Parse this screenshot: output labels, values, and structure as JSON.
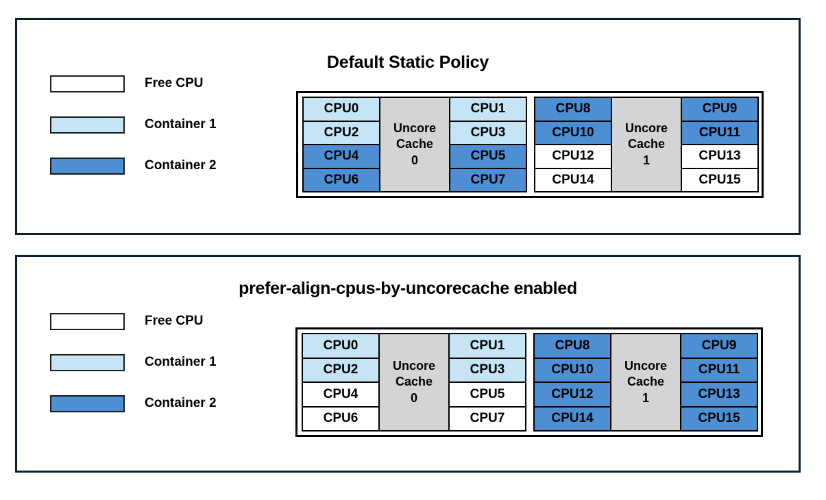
{
  "colors": {
    "free_cpu": "#ffffff",
    "container1": "#c5e5f5",
    "container2": "#4e8fd4",
    "cache": "#d4d4d4",
    "frame": "#0b2130",
    "grid_border": "#000000"
  },
  "legend": {
    "items": [
      {
        "label": "Free CPU",
        "color": "#ffffff",
        "swatch_name": "legend-swatch-free-cpu"
      },
      {
        "label": "Container 1",
        "color": "#c5e5f5",
        "swatch_name": "legend-swatch-container-1"
      },
      {
        "label": "Container 2",
        "color": "#4e8fd4",
        "swatch_name": "legend-swatch-container-2"
      }
    ]
  },
  "panels": [
    {
      "title": "Default Static Policy",
      "groups": [
        {
          "cache_label_line1": "Uncore",
          "cache_label_line2": "Cache",
          "cache_index": "0",
          "left_column": [
            {
              "label": "CPU0",
              "owner": "Container 1",
              "color": "#c5e5f5"
            },
            {
              "label": "CPU2",
              "owner": "Container 1",
              "color": "#c5e5f5"
            },
            {
              "label": "CPU4",
              "owner": "Container 2",
              "color": "#4e8fd4"
            },
            {
              "label": "CPU6",
              "owner": "Container 2",
              "color": "#4e8fd4"
            }
          ],
          "right_column": [
            {
              "label": "CPU1",
              "owner": "Container 1",
              "color": "#c5e5f5"
            },
            {
              "label": "CPU3",
              "owner": "Container 1",
              "color": "#c5e5f5"
            },
            {
              "label": "CPU5",
              "owner": "Container 2",
              "color": "#4e8fd4"
            },
            {
              "label": "CPU7",
              "owner": "Container 2",
              "color": "#4e8fd4"
            }
          ]
        },
        {
          "cache_label_line1": "Uncore",
          "cache_label_line2": "Cache",
          "cache_index": "1",
          "left_column": [
            {
              "label": "CPU8",
              "owner": "Container 2",
              "color": "#4e8fd4"
            },
            {
              "label": "CPU10",
              "owner": "Container 2",
              "color": "#4e8fd4"
            },
            {
              "label": "CPU12",
              "owner": "Free CPU",
              "color": "#ffffff"
            },
            {
              "label": "CPU14",
              "owner": "Free CPU",
              "color": "#ffffff"
            }
          ],
          "right_column": [
            {
              "label": "CPU9",
              "owner": "Container 2",
              "color": "#4e8fd4"
            },
            {
              "label": "CPU11",
              "owner": "Container 2",
              "color": "#4e8fd4"
            },
            {
              "label": "CPU13",
              "owner": "Free CPU",
              "color": "#ffffff"
            },
            {
              "label": "CPU15",
              "owner": "Free CPU",
              "color": "#ffffff"
            }
          ]
        }
      ]
    },
    {
      "title": "prefer-align-cpus-by-uncorecache enabled",
      "groups": [
        {
          "cache_label_line1": "Uncore",
          "cache_label_line2": "Cache",
          "cache_index": "0",
          "left_column": [
            {
              "label": "CPU0",
              "owner": "Container 1",
              "color": "#c5e5f5"
            },
            {
              "label": "CPU2",
              "owner": "Container 1",
              "color": "#c5e5f5"
            },
            {
              "label": "CPU4",
              "owner": "Free CPU",
              "color": "#ffffff"
            },
            {
              "label": "CPU6",
              "owner": "Free CPU",
              "color": "#ffffff"
            }
          ],
          "right_column": [
            {
              "label": "CPU1",
              "owner": "Container 1",
              "color": "#c5e5f5"
            },
            {
              "label": "CPU3",
              "owner": "Container 1",
              "color": "#c5e5f5"
            },
            {
              "label": "CPU5",
              "owner": "Free CPU",
              "color": "#ffffff"
            },
            {
              "label": "CPU7",
              "owner": "Free CPU",
              "color": "#ffffff"
            }
          ]
        },
        {
          "cache_label_line1": "Uncore",
          "cache_label_line2": "Cache",
          "cache_index": "1",
          "left_column": [
            {
              "label": "CPU8",
              "owner": "Container 2",
              "color": "#4e8fd4"
            },
            {
              "label": "CPU10",
              "owner": "Container 2",
              "color": "#4e8fd4"
            },
            {
              "label": "CPU12",
              "owner": "Container 2",
              "color": "#4e8fd4"
            },
            {
              "label": "CPU14",
              "owner": "Container 2",
              "color": "#4e8fd4"
            }
          ],
          "right_column": [
            {
              "label": "CPU9",
              "owner": "Container 2",
              "color": "#4e8fd4"
            },
            {
              "label": "CPU11",
              "owner": "Container 2",
              "color": "#4e8fd4"
            },
            {
              "label": "CPU13",
              "owner": "Container 2",
              "color": "#4e8fd4"
            },
            {
              "label": "CPU15",
              "owner": "Container 2",
              "color": "#4e8fd4"
            }
          ]
        }
      ]
    }
  ]
}
